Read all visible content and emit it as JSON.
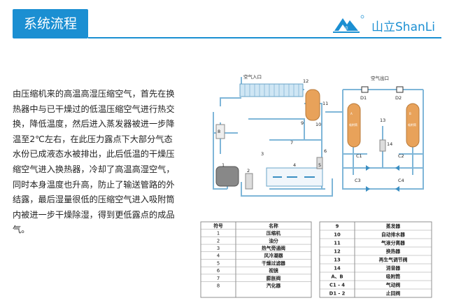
{
  "header": {
    "title": "系统流程",
    "brand_cn": "山立",
    "brand_en": "ShanLi",
    "logo_small": "山立",
    "accent_color": "#1b8fd2"
  },
  "description": "由压缩机来的高温高湿压缩空气，首先在换热器中与已干燥过的低温压缩空气进行热交换，降低温度，然后进入蒸发器被进一步降温至2℃左右，在此压力露点下大部分气态水份已成液态水被排出，此后低温的干燥压缩空气进入换热器，冷却了高温高湿空气，同时本身温度也升高，防止了输送管路的外结露，最后湿量很低的压缩空气进入吸附筒内被进一步干燥除湿，得到更低露点的成品气。",
  "diagram": {
    "air_in": "空气入口",
    "air_out": "空气出口",
    "labels": [
      "1",
      "2",
      "3",
      "4",
      "5",
      "6",
      "7",
      "8",
      "9",
      "10",
      "11",
      "12",
      "13",
      "14"
    ],
    "valve_labels": [
      "C1",
      "C2",
      "C3",
      "C4",
      "D1",
      "D2"
    ],
    "tower_a": "吸附筒",
    "tower_b": "吸附筒",
    "tower_a_letter": "A",
    "tower_b_letter": "B"
  },
  "legend_table": {
    "header": [
      "符号",
      "名称"
    ],
    "left": [
      [
        "1",
        "压缩机"
      ],
      [
        "2",
        "油分"
      ],
      [
        "3",
        "热气旁通阀"
      ],
      [
        "4",
        "风冷凝器"
      ],
      [
        "5",
        "干燥过滤器"
      ],
      [
        "6",
        "视镜"
      ],
      [
        "7",
        "膨胀阀"
      ],
      [
        "8",
        "汽化器"
      ]
    ],
    "right": [
      [
        "9",
        "蒸发器"
      ],
      [
        "10",
        "自动排水器"
      ],
      [
        "11",
        "气液分离器"
      ],
      [
        "12",
        "换热器"
      ],
      [
        "13",
        "再生气调节阀"
      ],
      [
        "14",
        "消音器"
      ],
      [
        "A、B",
        "吸附筒"
      ],
      [
        "C1 - 4",
        "气动阀"
      ],
      [
        "D1 - 2",
        "止回阀"
      ]
    ]
  }
}
